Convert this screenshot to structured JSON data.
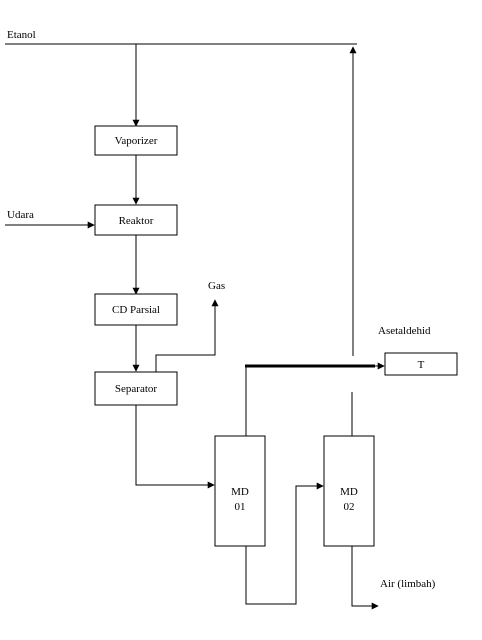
{
  "streams": {
    "etanol": "Etanol",
    "udara": "Udara",
    "gas": "Gas",
    "asetaldehid": "Asetaldehid",
    "air_limbah": "Air (limbah)"
  },
  "units": {
    "vaporizer": "Vaporizer",
    "reaktor": "Reaktor",
    "cd_parsial": "CD Parsial",
    "separator": "Separator",
    "md01_line1": "MD",
    "md01_line2": "01",
    "md02_line1": "MD",
    "md02_line2": "02",
    "tank": "T"
  }
}
